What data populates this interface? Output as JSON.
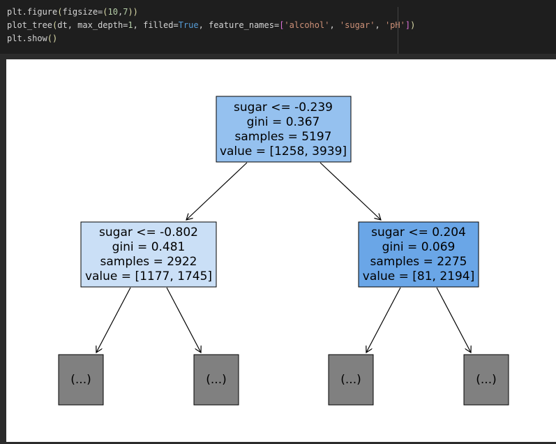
{
  "code": {
    "lines": [
      [
        {
          "t": "plt.figure",
          "c": "plain"
        },
        {
          "t": "(",
          "c": "paren"
        },
        {
          "t": "figsize=",
          "c": "plain"
        },
        {
          "t": "(",
          "c": "paren"
        },
        {
          "t": "10",
          "c": "num"
        },
        {
          "t": ",",
          "c": "plain"
        },
        {
          "t": "7",
          "c": "num"
        },
        {
          "t": "))",
          "c": "paren"
        }
      ],
      [
        {
          "t": "plot_tree",
          "c": "plain"
        },
        {
          "t": "(",
          "c": "paren"
        },
        {
          "t": "dt, max_depth=",
          "c": "plain"
        },
        {
          "t": "1",
          "c": "num"
        },
        {
          "t": ", filled=",
          "c": "plain"
        },
        {
          "t": "True",
          "c": "kw"
        },
        {
          "t": ", feature_names=",
          "c": "plain"
        },
        {
          "t": "[",
          "c": "bracket"
        },
        {
          "t": "'alcohol'",
          "c": "str"
        },
        {
          "t": ", ",
          "c": "plain"
        },
        {
          "t": "'sugar'",
          "c": "str"
        },
        {
          "t": ", ",
          "c": "plain"
        },
        {
          "t": "'pH'",
          "c": "str"
        },
        {
          "t": "]",
          "c": "bracket"
        },
        {
          "t": ")",
          "c": "paren"
        }
      ],
      [
        {
          "t": "plt.show",
          "c": "plain"
        },
        {
          "t": "()",
          "c": "paren"
        }
      ]
    ]
  },
  "tree": {
    "root": {
      "lines": [
        "sugar <= -0.239",
        "gini = 0.367",
        "samples = 5197",
        "value = [1258, 3939]"
      ],
      "fill": "#95c1ef"
    },
    "left": {
      "lines": [
        "sugar <= -0.802",
        "gini = 0.481",
        "samples = 2922",
        "value = [1177, 1745]"
      ],
      "fill": "#cadff6"
    },
    "right": {
      "lines": [
        "sugar <= 0.204",
        "gini = 0.069",
        "samples = 2275",
        "value = [81, 2194]"
      ],
      "fill": "#6aa6e7"
    },
    "leaf_label": "(...)",
    "leaf_fill": "#808080"
  }
}
